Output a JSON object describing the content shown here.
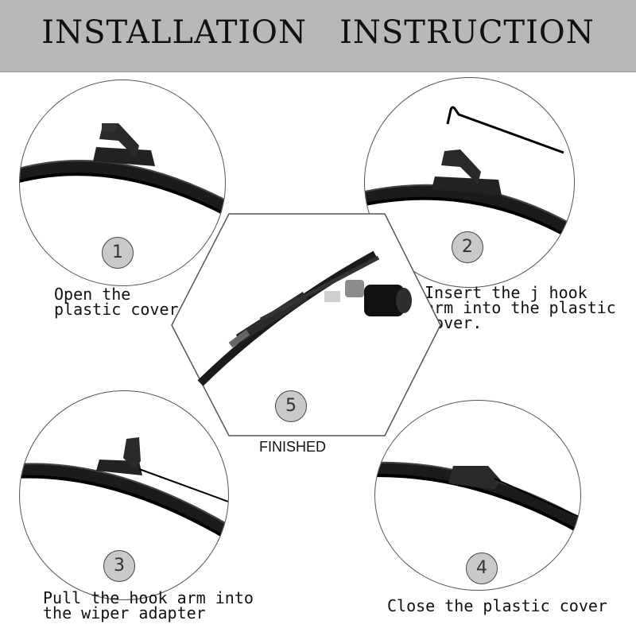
{
  "header": {
    "title": "INSTALLATION   INSTRUCTION"
  },
  "steps": [
    {
      "number": "1",
      "lines": [
        "Open the",
        "plastic cover"
      ]
    },
    {
      "number": "2",
      "lines": [
        "Insert the j hook",
        "arm into the plastic",
        "cover."
      ]
    },
    {
      "number": "3",
      "lines": [
        "Pull the hook arm into",
        "the wiper adapter"
      ]
    },
    {
      "number": "4",
      "lines": [
        "Close the plastic cover"
      ]
    },
    {
      "number": "5",
      "lines": [
        "FINISHED"
      ]
    }
  ]
}
